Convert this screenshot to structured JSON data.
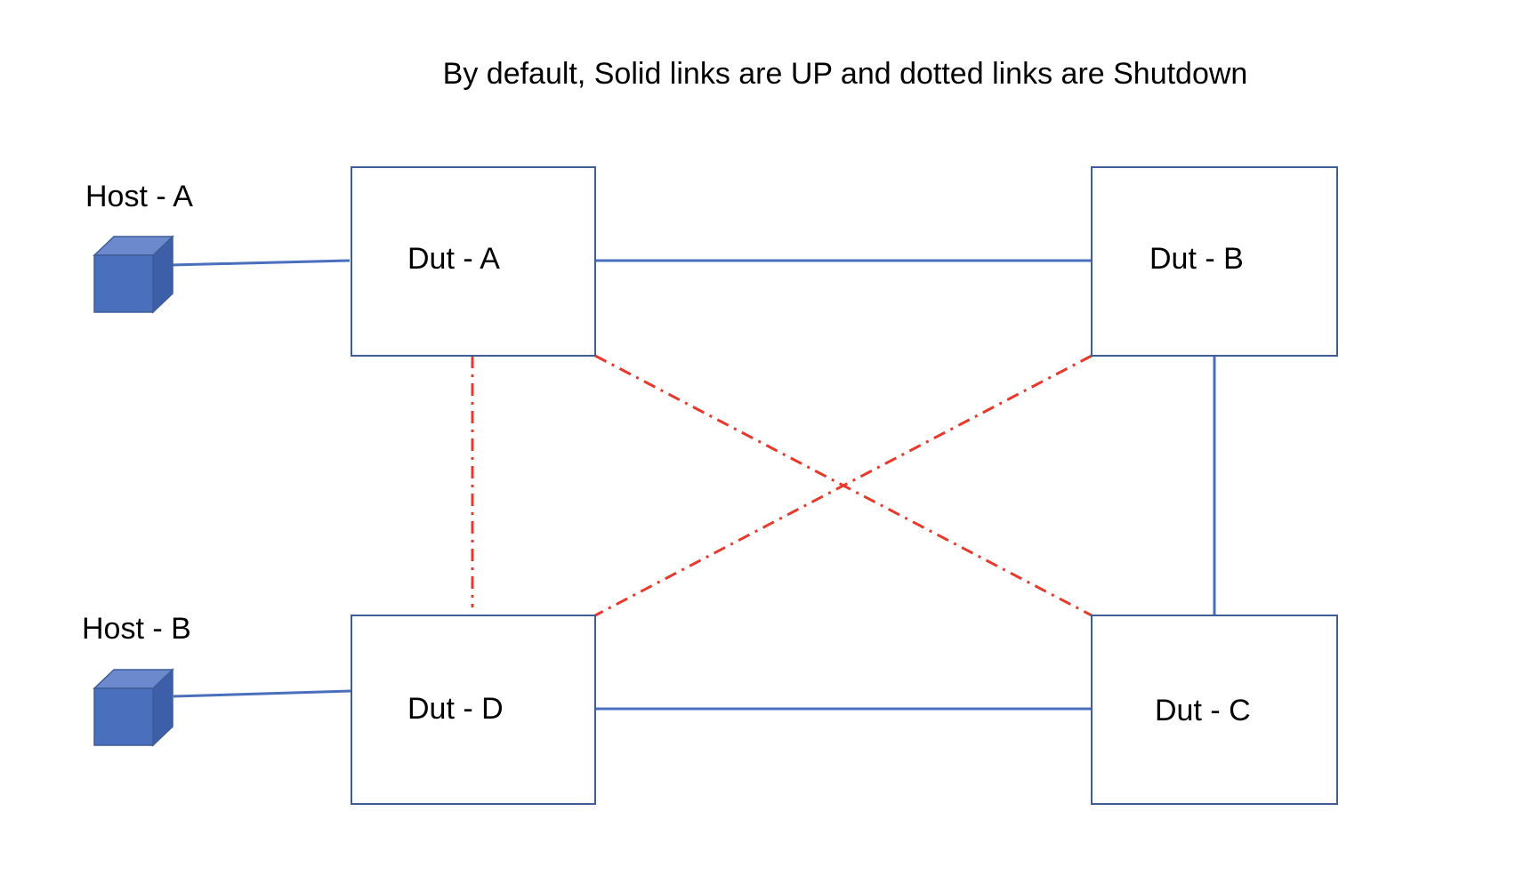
{
  "title": "By default, Solid links are UP and dotted links are Shutdown",
  "colors": {
    "up_link": "#4a6fbd",
    "shutdown_link": "#e8392c",
    "box_border": "#3f5d96",
    "host_fill": "#4a6fbd"
  },
  "hosts": [
    {
      "id": "host-a",
      "label": "Host - A",
      "icon": "cube-icon"
    },
    {
      "id": "host-b",
      "label": "Host - B",
      "icon": "cube-icon"
    }
  ],
  "duts": [
    {
      "id": "dut-a",
      "label": "Dut - A"
    },
    {
      "id": "dut-b",
      "label": "Dut - B"
    },
    {
      "id": "dut-c",
      "label": "Dut - C"
    },
    {
      "id": "dut-d",
      "label": "Dut - D"
    }
  ],
  "links": [
    {
      "from": "Host - A",
      "to": "Dut - A",
      "state": "UP"
    },
    {
      "from": "Host - B",
      "to": "Dut - D",
      "state": "UP"
    },
    {
      "from": "Dut - A",
      "to": "Dut - B",
      "state": "UP"
    },
    {
      "from": "Dut - B",
      "to": "Dut - C",
      "state": "UP"
    },
    {
      "from": "Dut - D",
      "to": "Dut - C",
      "state": "UP"
    },
    {
      "from": "Dut - A",
      "to": "Dut - D",
      "state": "Shutdown"
    },
    {
      "from": "Dut - A",
      "to": "Dut - C",
      "state": "Shutdown"
    },
    {
      "from": "Dut - B",
      "to": "Dut - D",
      "state": "Shutdown"
    }
  ]
}
